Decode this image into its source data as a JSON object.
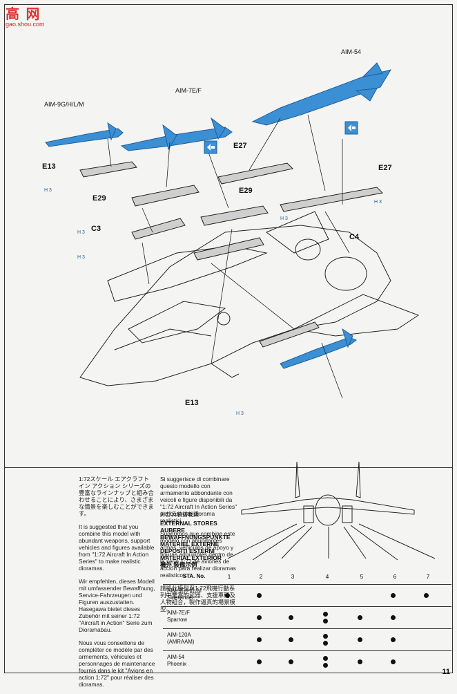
{
  "logo": {
    "mark": "高 网",
    "url": "gao.shou.com"
  },
  "missiles": {
    "aim54": "AIM-54",
    "aim7": "AIM-7E/F",
    "aim9": "AIM-9G/H/L/M"
  },
  "parts": {
    "e13_top": "E13",
    "e27_left": "E27",
    "e27_right": "E27",
    "e29_left": "E29",
    "e29_center": "E29",
    "c3": "C3",
    "c4": "C4",
    "e13_bottom": "E13",
    "h3_a": "H 3",
    "h3_b": "H 3",
    "h3_c": "H 3",
    "h3_d": "H 3",
    "h3_e": "H 3",
    "h3_f": "H 3"
  },
  "text": {
    "jp1": "1:72スケール エアクラフト イン アクション シリーズの豊富なラインナップと組み合わせることにより、さまざまな情景を楽しむことができます。",
    "en": "It is suggested that you combine this model with abundant weapons, support vehicles and figures available from \"1:72 Aircraft In Action Series\" to make realistic dioramas.",
    "de": "Wir empfehlen, dieses Modell mit umfassender Bewaffnung, Service-Fahrzeugen und Figuren auszustatten. Hasegawa bietet dieses Zubehör mit seiner 1:72 \"Aircraft in Action\" Serie zum Dioramabau.",
    "fr": "Nous vous conseillons de compléter ce modèle par des armements, véhicules et personnages de maintenance fournis dans le kit \"Avions en action 1:72\" pour réaliser des dioramas.",
    "it": "Si suggerisce di combinare questo modello con armamento abbondante con veicoli e figure disponibili da \"1:72 Aircraft In Action Series\" per costruire diorama realistici.",
    "es": "Sugerimos que combine este modelo con abundantes armas, vehiculos de apoyo y figuras adquiribles dentro de la serie 1:72 de aviones de acción para realizar dioramas realisticos.",
    "zh": "請將此模型與1:72飛機行動系列中豐富的武器、支援車輛及人物組合，製作逼真的場景模型。"
  },
  "stores": {
    "jp": "外部兵装搭載図",
    "en": "EXTERNAL STORES\nAUBERE\nBEWAFFNUNGSPUNKTE\nMATERIEL EXTERNE\nDEPOSITI ESTERNI\nMATERIAL EXTERIOR\n機外 裝備示例"
  },
  "table": {
    "sta_label": "STA. No.",
    "stations": [
      "1",
      "2",
      "3",
      "4",
      "5",
      "6",
      "7"
    ],
    "rows": [
      {
        "label": "AIM-9G/H/L/M\nSidewinder",
        "dots": [
          [
            1
          ],
          [
            1
          ],
          [],
          [],
          [],
          [
            1
          ],
          [
            1
          ]
        ]
      },
      {
        "label": "AIM-7E/F\nSparrow",
        "dots": [
          [],
          [
            1
          ],
          [
            1
          ],
          [
            1,
            1
          ],
          [
            1
          ],
          [
            1
          ],
          []
        ]
      },
      {
        "label": "AIM-120A\n(AMRAAM)",
        "dots": [
          [],
          [
            1
          ],
          [
            1
          ],
          [
            1,
            1
          ],
          [
            1
          ],
          [
            1
          ],
          []
        ]
      },
      {
        "label": "AIM-54\nPhoenix",
        "dots": [
          [],
          [
            1
          ],
          [
            1
          ],
          [
            1,
            1
          ],
          [
            1
          ],
          [
            1
          ],
          []
        ]
      }
    ]
  },
  "page_number": "11"
}
